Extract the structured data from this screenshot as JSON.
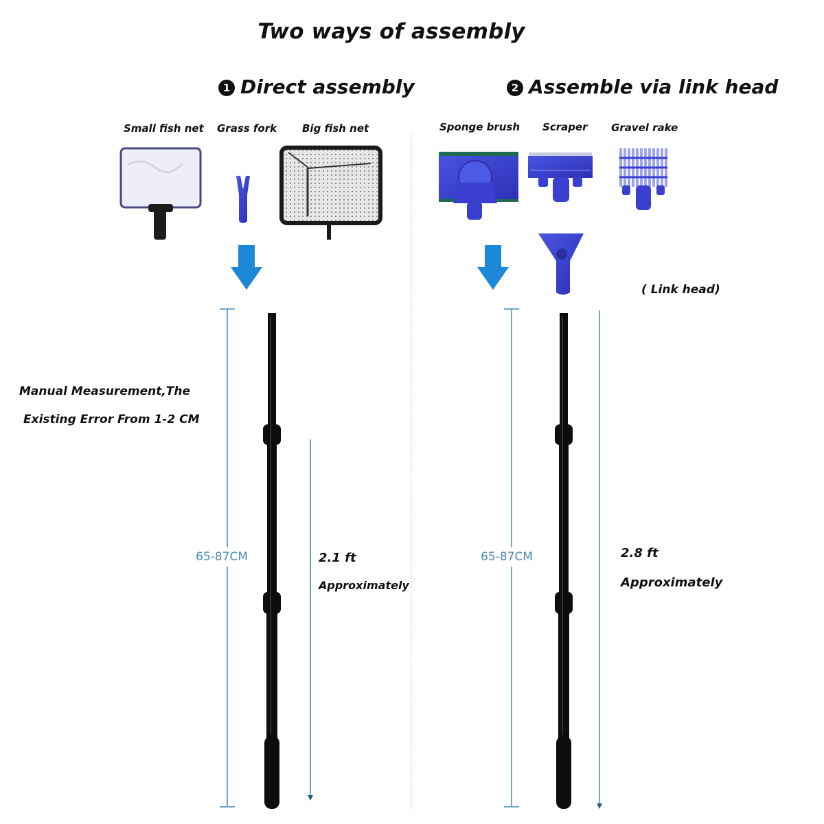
{
  "title": "Two ways of assembly",
  "sections": [
    {
      "number": "1",
      "title": "Direct assembly",
      "tools": [
        "Small fish net",
        "Grass fork",
        "Big fish net"
      ],
      "measurement": "65-87CM",
      "length": "2.1 ft",
      "length_note": "Approximately"
    },
    {
      "number": "2",
      "title": "Assemble via link head",
      "tools": [
        "Sponge brush",
        "Scraper",
        "Gravel rake"
      ],
      "link_head_label": "( Link head)",
      "measurement": "65-87CM",
      "length": "2.8 ft",
      "length_note": "Approximately"
    }
  ],
  "note_lines": [
    "Manual Measurement,The",
    "Existing Error From 1-2 CM"
  ],
  "colors": {
    "arrow": "#1e88d8",
    "tool_blue": "#3a3fd0",
    "measure_line": "#6fa8cc",
    "pole": "#0d0d0d"
  }
}
